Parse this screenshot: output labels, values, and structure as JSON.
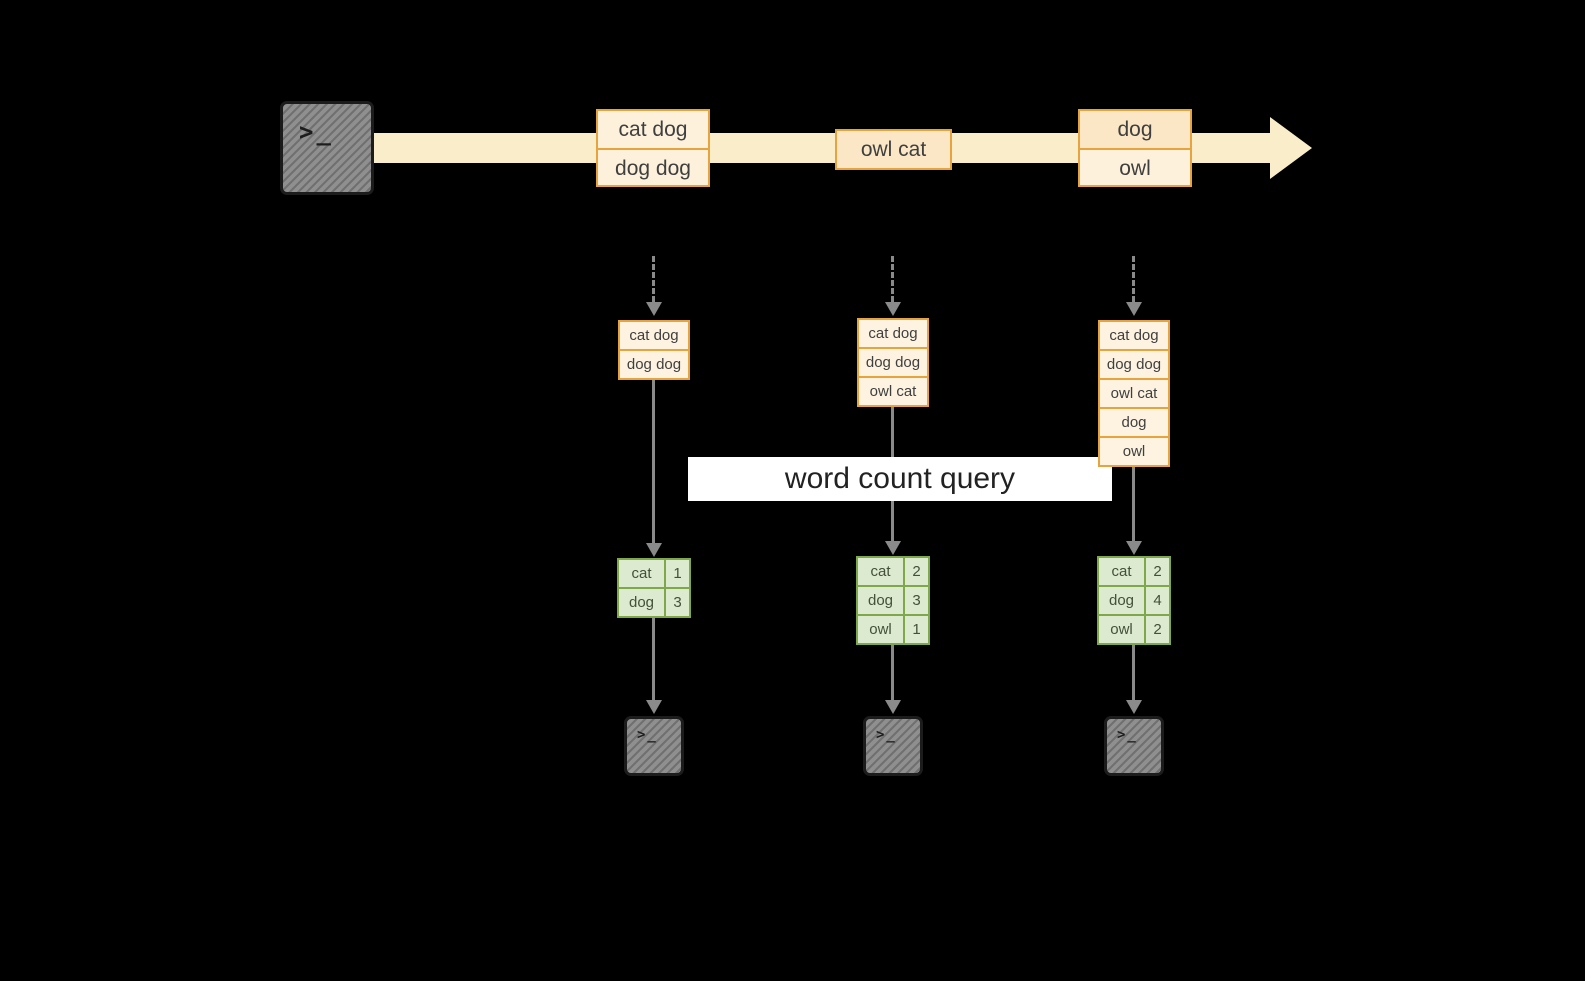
{
  "icons": {
    "terminal_prompt": ">_"
  },
  "colors": {
    "background": "#000000",
    "stream_band": "#f9eec9",
    "event_border": "#e7a33d",
    "event_fill": "#fdf1dc",
    "table_border": "#7fa84c",
    "table_fill": "#dcead0",
    "arrow_gray": "#8a8a8a",
    "terminal_fill": "#8f8f8f",
    "query_band": "#ffffff"
  },
  "stream": {
    "events": [
      {
        "rows": [
          "cat dog",
          "dog dog"
        ]
      },
      {
        "rows": [
          "owl cat"
        ]
      },
      {
        "rows": [
          "dog",
          "owl"
        ]
      }
    ]
  },
  "query_label": "word count query",
  "columns": [
    {
      "stack": [
        "cat dog",
        "dog dog"
      ],
      "table": [
        {
          "word": "cat",
          "count": "1"
        },
        {
          "word": "dog",
          "count": "3"
        }
      ]
    },
    {
      "stack": [
        "cat dog",
        "dog dog",
        "owl cat"
      ],
      "table": [
        {
          "word": "cat",
          "count": "2"
        },
        {
          "word": "dog",
          "count": "3"
        },
        {
          "word": "owl",
          "count": "1"
        }
      ]
    },
    {
      "stack": [
        "cat dog",
        "dog dog",
        "owl cat",
        "dog",
        "owl"
      ],
      "table": [
        {
          "word": "cat",
          "count": "2"
        },
        {
          "word": "dog",
          "count": "4"
        },
        {
          "word": "owl",
          "count": "2"
        }
      ]
    }
  ]
}
